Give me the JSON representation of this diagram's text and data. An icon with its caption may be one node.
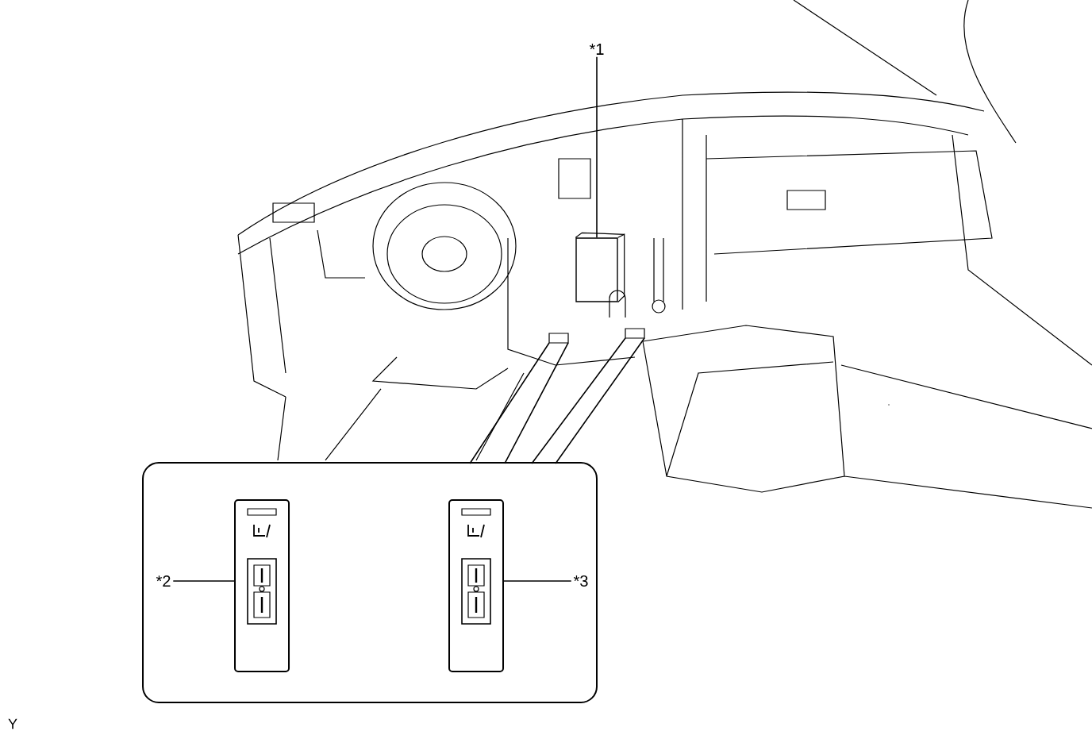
{
  "diagram": {
    "nodes": [
      {
        "text": [
          "*1"
        ]
      },
      {
        "text": [],
        "shape": "box"
      },
      {
        "text": [],
        "shape": "box"
      },
      {
        "text": [],
        "shape": "picture",
        "in": 2
      },
      {
        "text": [],
        "shape": "picture",
        "in": 2
      },
      {
        "text": [
          "*2"
        ],
        "in": 2
      },
      {
        "text": [
          "*3"
        ],
        "in": 2
      }
    ],
    "edges": [
      {
        "from": 0,
        "to": 1,
        "arrow": "none"
      },
      {
        "from": 5,
        "to": 3,
        "arrow": "none"
      },
      {
        "from": 6,
        "to": 4,
        "arrow": "none"
      }
    ],
    "labels": [
      "Y"
    ]
  }
}
